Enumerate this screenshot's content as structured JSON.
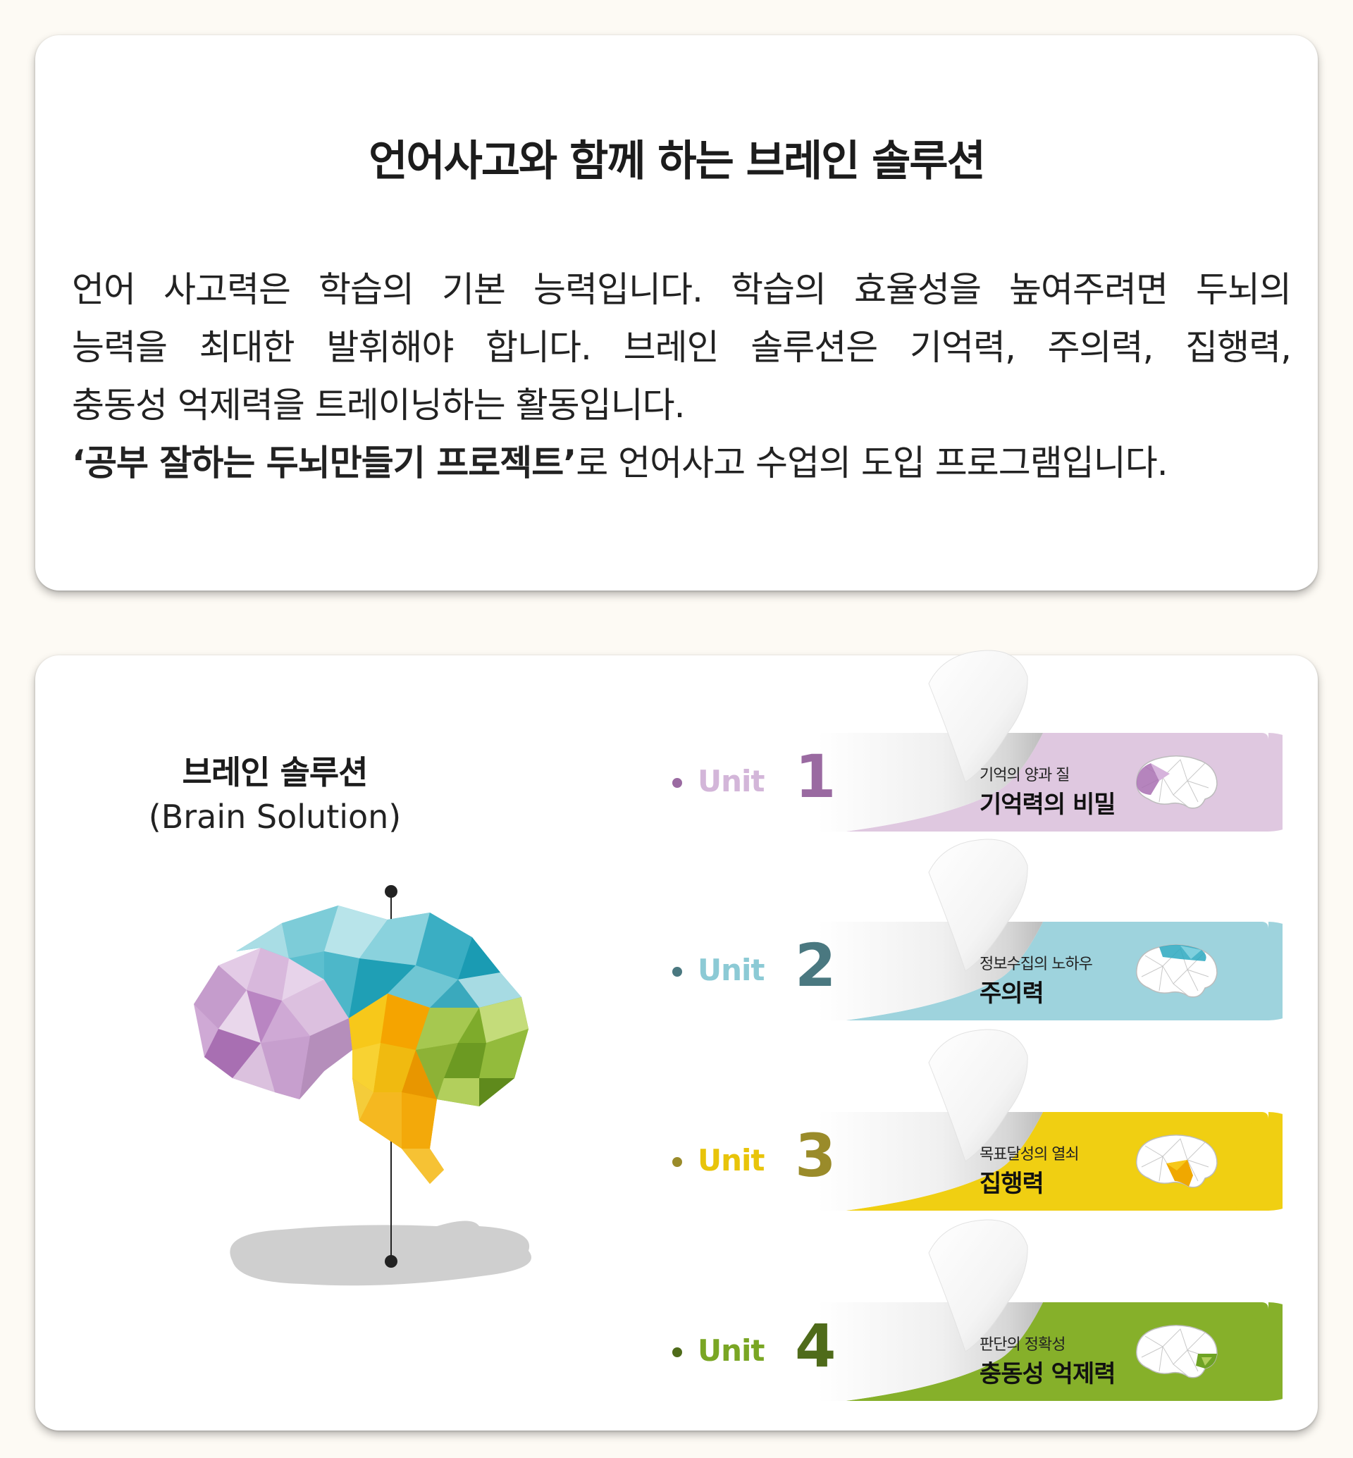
{
  "intro": {
    "title": "언어사고와 함께 하는 브레인 솔루션",
    "line1": "언어 사고력은 학습의 기본 능력입니다.  학습의 효율성을 높여주려면 두뇌의",
    "line2": "능력을 최대한 발휘해야 합니다. 브레인 솔루션은 기억력, 주의력, 집행력,",
    "line3": "충동성 억제력을 트레이닝하는 활동입니다.",
    "line4_bold": "‘공부 잘하는 두뇌만들기 프로젝트’",
    "line4_rest": "로 언어사고 수업의 도입 프로그램입니다."
  },
  "brain": {
    "title_ko": "브레인 솔루션",
    "title_en": "(Brain Solution)"
  },
  "units": [
    {
      "word": "Unit",
      "number": "1",
      "subtitle": "기억의 양과 질",
      "title": "기억력의 비밀",
      "color": "#dfc8e0",
      "text_color": "#d3b6d9",
      "num_color": "#9a6aa1",
      "dot": "#9a6aa1",
      "accent": "#a86fb2"
    },
    {
      "word": "Unit",
      "number": "2",
      "subtitle": "정보수집의 노하우",
      "title": "주의력",
      "color": "#9ed3dd",
      "text_color": "#8ccad5",
      "num_color": "#4a7880",
      "dot": "#4a7880",
      "accent": "#2aa8c0"
    },
    {
      "word": "Unit",
      "number": "3",
      "subtitle": "목표달성의 열쇠",
      "title": "집행력",
      "color": "#f0cf12",
      "text_color": "#e8c40a",
      "num_color": "#9a8b2a",
      "dot": "#9a8b2a",
      "accent": "#f0a800"
    },
    {
      "word": "Unit",
      "number": "4",
      "subtitle": "판단의 정확성",
      "title": "충동성 억제력",
      "color": "#86b02a",
      "text_color": "#7aa624",
      "num_color": "#4f6b1a",
      "dot": "#4f6b1a",
      "accent": "#6ea324"
    }
  ]
}
